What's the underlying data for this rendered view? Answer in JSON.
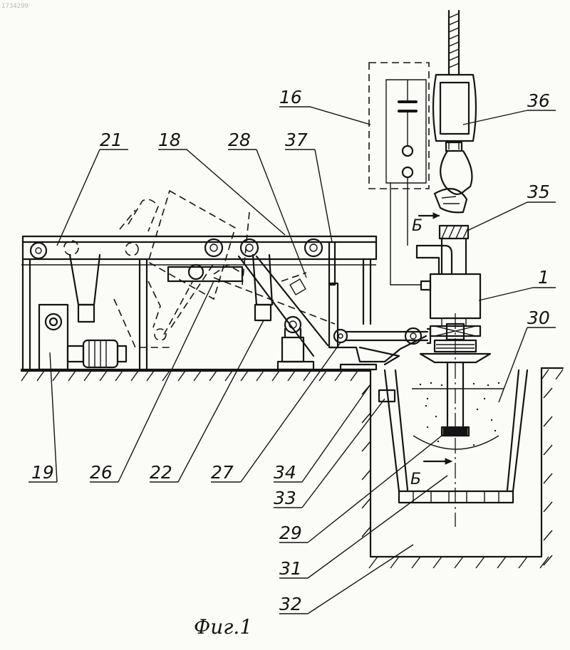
{
  "doc_id": "1734299",
  "caption": "Фиг.1",
  "section_marks": {
    "top": "Б",
    "bottom": "Б"
  },
  "callouts": {
    "c1": "1",
    "c16": "16",
    "c18": "18",
    "c19": "19",
    "c21": "21",
    "c22": "22",
    "c26": "26",
    "c27": "27",
    "c28": "28",
    "c29": "29",
    "c30": "30",
    "c31": "31",
    "c32": "32",
    "c33": "33",
    "c34": "34",
    "c35": "35",
    "c36": "36",
    "c37": "37"
  }
}
